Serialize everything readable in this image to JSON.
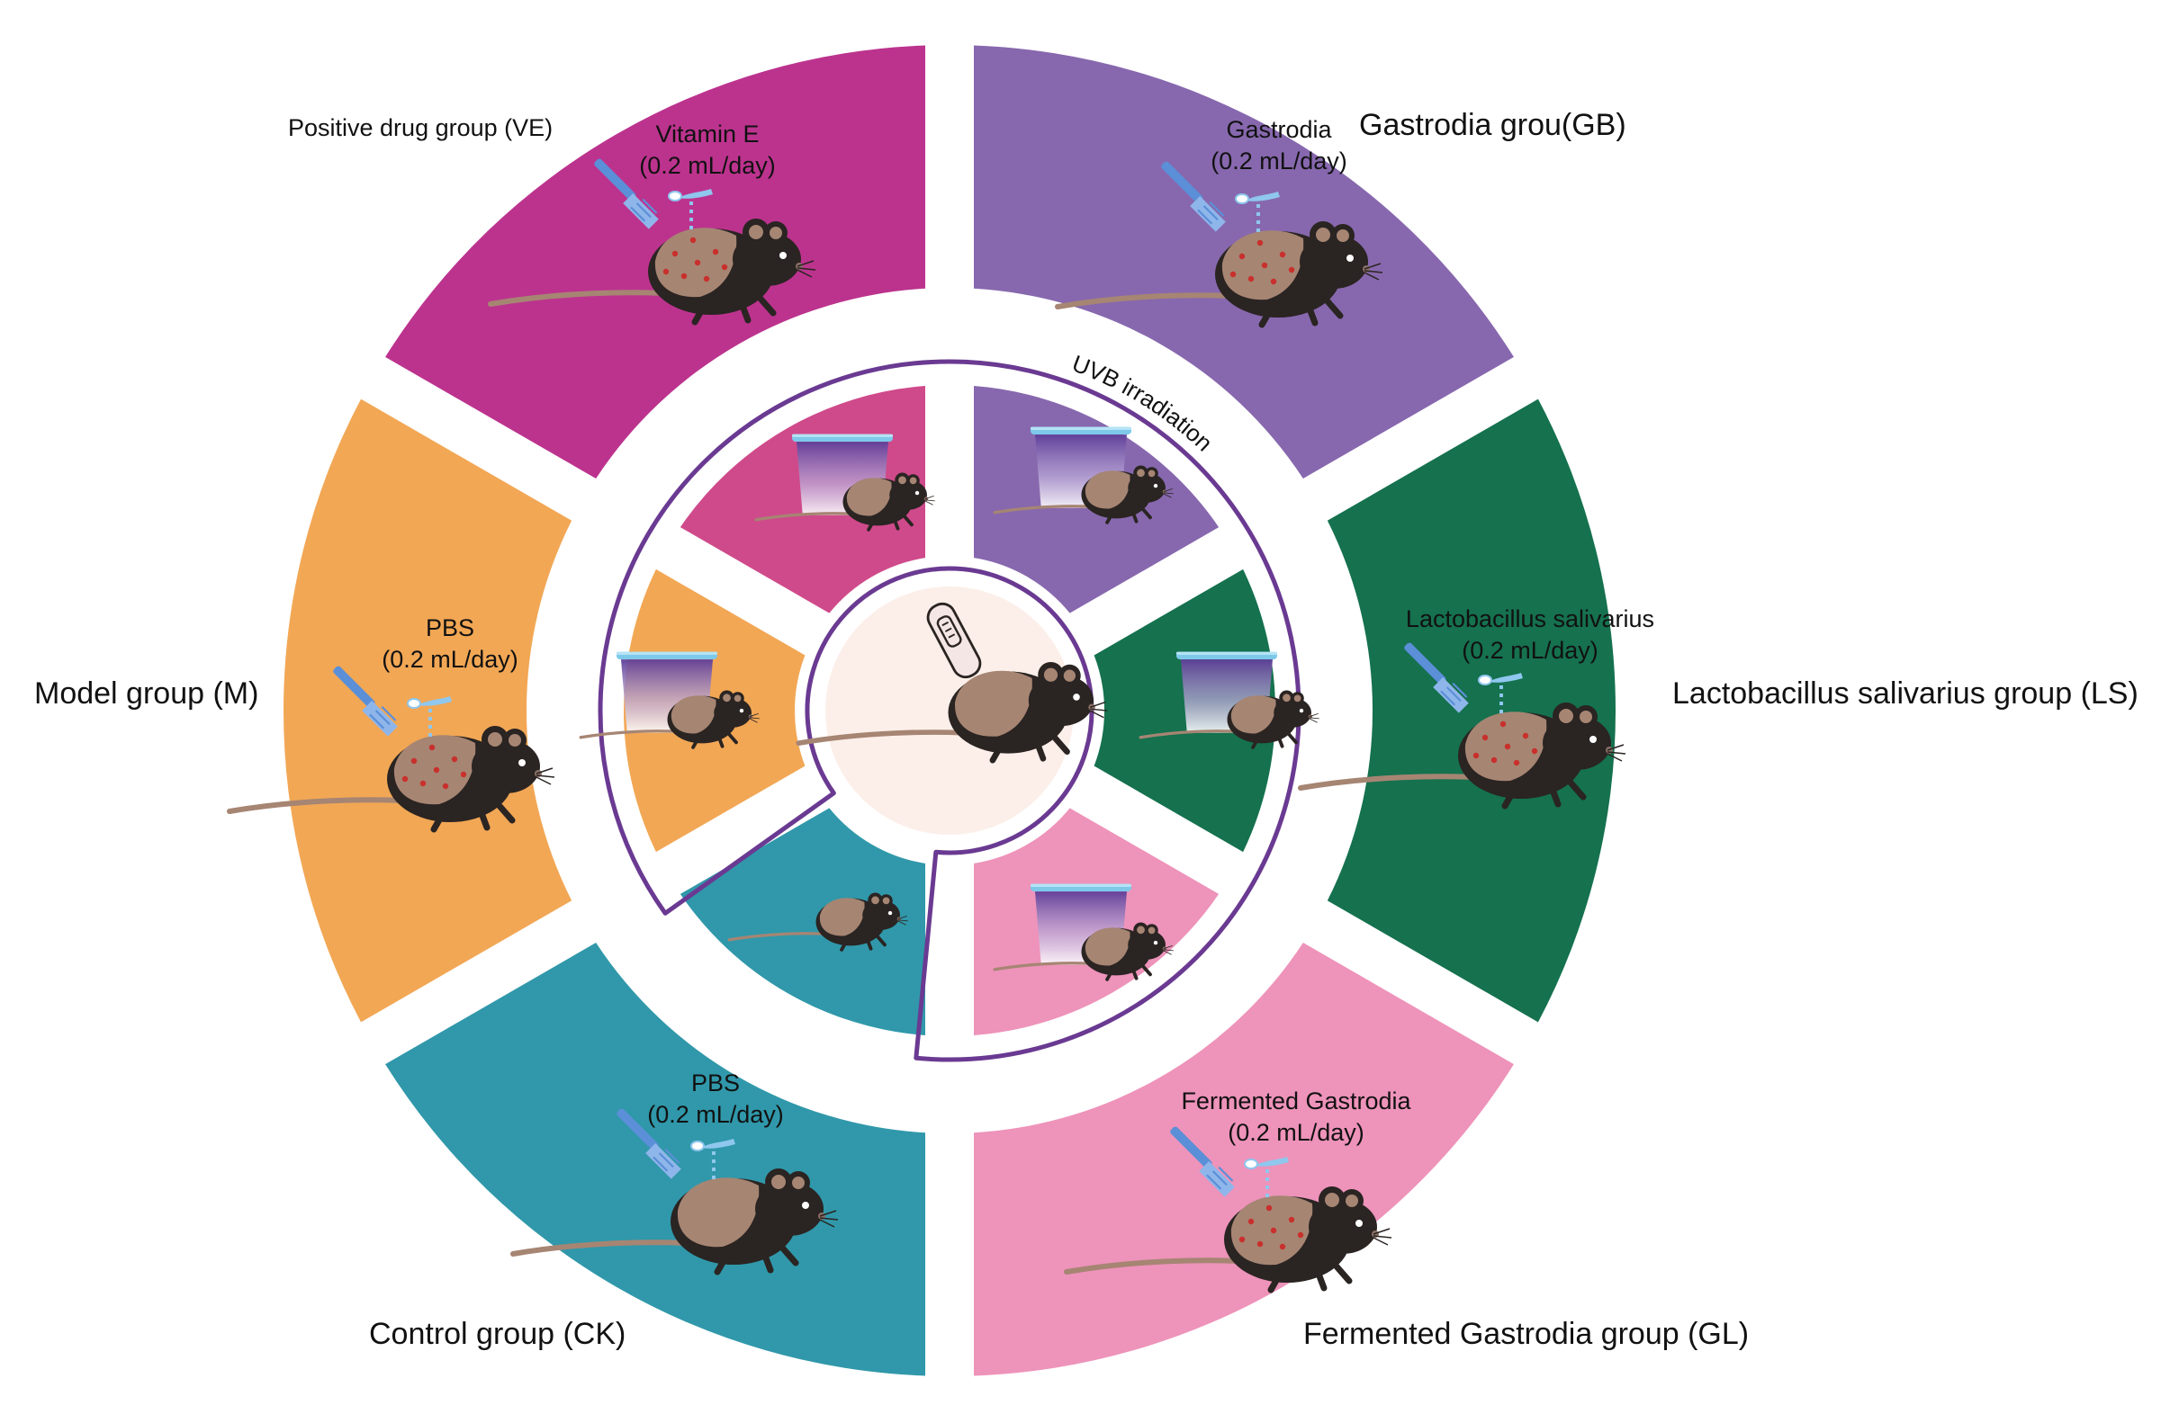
{
  "colors": {
    "ve": "#BC338E",
    "gb": "#8768AE",
    "ls": "#15714E",
    "gl": "#EE93BA",
    "ck": "#3098AA",
    "m": "#F2A755",
    "ve_inner": "#CF4A8B",
    "center_bg": "#FCEFE9",
    "uvb_outline": "#6A3A92",
    "mouse_body": "#2A2422",
    "mouse_shaved": "#A68573",
    "lesion": "#C9302C",
    "brush": "#5B8FD8",
    "lamp_top": "#7EC9EA",
    "lamp_glow": "#5E3D98"
  },
  "groups": {
    "ve": {
      "name": "Positive drug group (VE)",
      "agent": "Vitamin E",
      "dose": "(0.2 mL/day)"
    },
    "gb": {
      "name": "Gastrodia grou(GB)",
      "agent": "Gastrodia",
      "dose": "(0.2 mL/day)"
    },
    "ls": {
      "name": "Lactobacillus salivarius group (LS)",
      "agent": "Lactobacillus salivarius",
      "dose": "(0.2 mL/day)"
    },
    "gl": {
      "name": "Fermented Gastrodia  group (GL)",
      "agent": "Fermented Gastrodia",
      "dose": "(0.2 mL/day)"
    },
    "ck": {
      "name": "Control group (CK)",
      "agent": "PBS",
      "dose": "(0.2 mL/day)"
    },
    "m": {
      "name": "Model group (M)",
      "agent": "PBS",
      "dose": "(0.2 mL/day)"
    }
  },
  "uvb_label": "UVB irradiation",
  "icons": {
    "mouse": "mouse-icon",
    "brush": "brush-icon",
    "dropper": "dropper-icon",
    "uv_lamp": "uv-lamp-icon",
    "razor": "razor-icon"
  }
}
